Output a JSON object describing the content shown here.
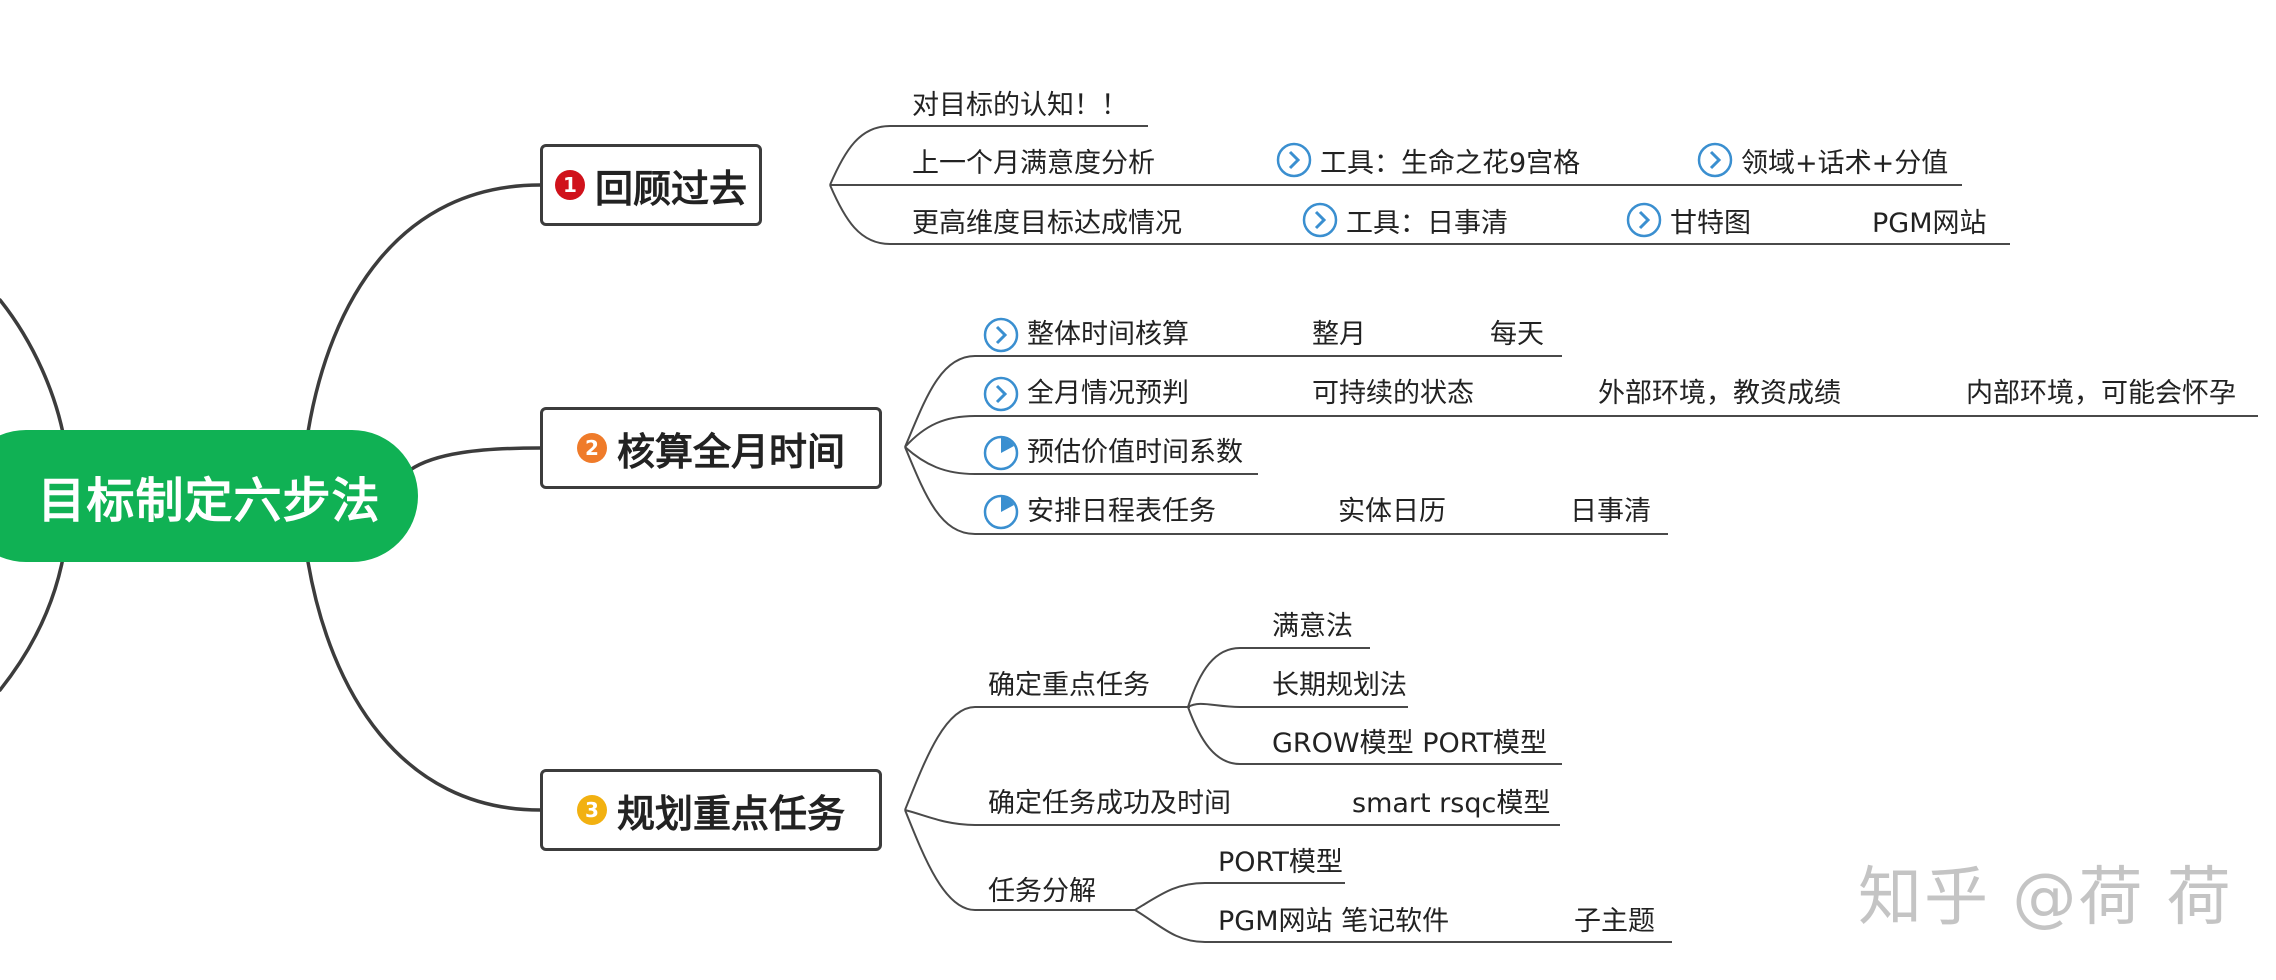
{
  "root": {
    "label": "目标制定六步法"
  },
  "branches": [
    {
      "num": "1",
      "num_color": "#d0121b",
      "label": "回顾过去",
      "items": [
        {
          "text": "对目标的认知！！"
        },
        {
          "text": "上一个月满意度分析",
          "notes": [
            "工具：生命之花9宫格",
            "领域+话术+分值"
          ]
        },
        {
          "text": "更高维度目标达成情况",
          "notes": [
            "工具：日事清",
            "甘特图",
            "PGM网站"
          ]
        }
      ]
    },
    {
      "num": "2",
      "num_color": "#ef7b2a",
      "label": "核算全月时间",
      "items": [
        {
          "text": "整体时间核算",
          "icon": "chevron-right-icon",
          "notes": [
            "整月",
            "每天"
          ]
        },
        {
          "text": "全月情况预判",
          "icon": "chevron-right-icon",
          "notes": [
            "可持续的状态",
            "外部环境，教资成绩",
            "内部环境，可能会怀孕"
          ]
        },
        {
          "text": "预估价值时间系数",
          "icon": "progress-pie-icon"
        },
        {
          "text": "安排日程表任务",
          "icon": "progress-pie-icon",
          "notes": [
            "实体日历",
            "日事清"
          ]
        }
      ]
    },
    {
      "num": "3",
      "num_color": "#f2b111",
      "label": "规划重点任务",
      "items": [
        {
          "text": "确定重点任务",
          "children": [
            "满意法",
            "长期规划法",
            "GROW模型 PORT模型"
          ]
        },
        {
          "text": "确定任务成功及时间",
          "notes": [
            "smart rsqc模型"
          ]
        },
        {
          "text": "任务分解",
          "children": [
            "PORT模型",
            "PGM网站 笔记软件"
          ],
          "child_note": "子主题"
        }
      ]
    }
  ],
  "watermark": "知乎 @荷 荷",
  "colors": {
    "root_fill": "#10b154",
    "line": "#3c3c3c",
    "icon_blue": "#3a8fd0"
  }
}
